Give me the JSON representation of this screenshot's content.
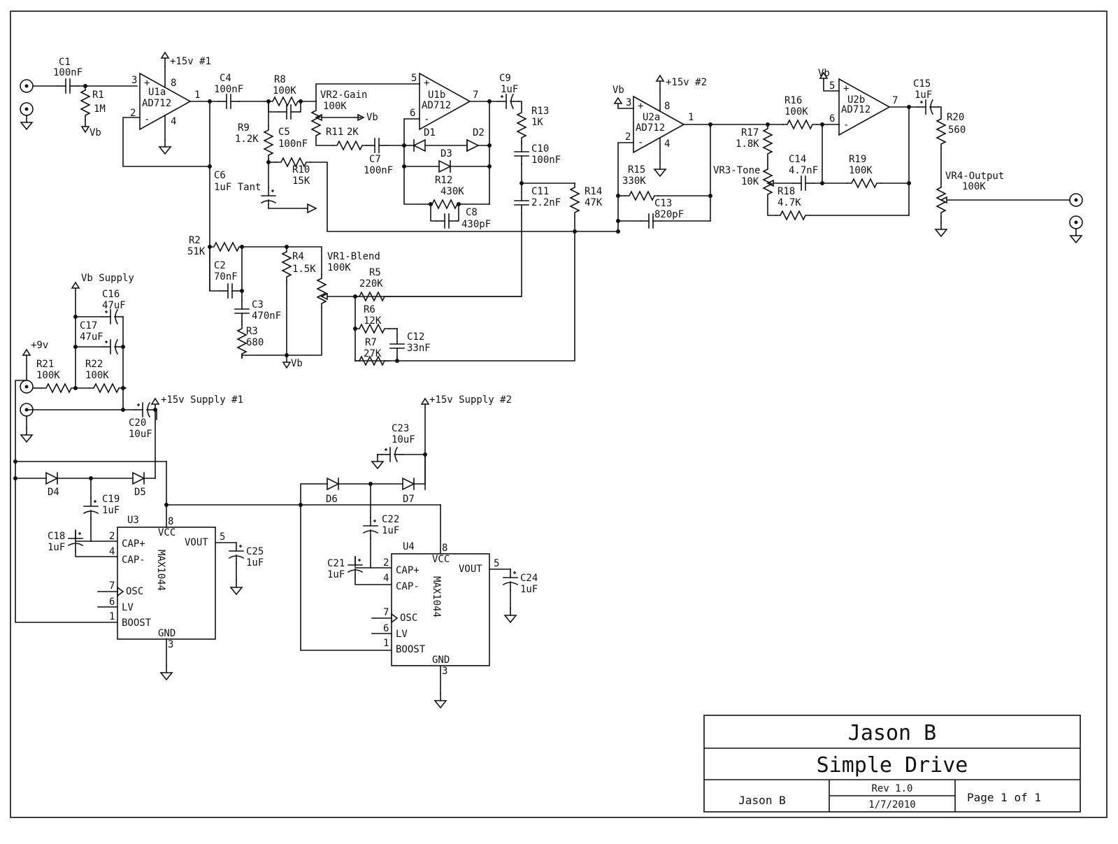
{
  "title_block": {
    "designer": "Jason B",
    "title": "Simple Drive",
    "drawn_by": "Jason B",
    "revision": "Rev 1.0",
    "date": "1/7/2010",
    "page": "Page 1 of 1"
  },
  "components": {
    "C1": [
      "C1",
      "100nF"
    ],
    "R1": [
      "R1",
      "1M"
    ],
    "U1a": [
      "U1a",
      "AD712"
    ],
    "C4": [
      "C4",
      "100nF"
    ],
    "R8": [
      "R8",
      "100K"
    ],
    "VR2": [
      "VR2-Gain",
      "100K"
    ],
    "U1b": [
      "U1b",
      "AD712"
    ],
    "C9": [
      "C9",
      "1uF"
    ],
    "R13": [
      "R13",
      "1K"
    ],
    "R9": [
      "R9",
      "1.2K"
    ],
    "C5": [
      "C5",
      "100nF"
    ],
    "R11": [
      "R11",
      "2K"
    ],
    "C7": [
      "C7",
      "100nF"
    ],
    "D1": [
      "D1",
      ""
    ],
    "D2": [
      "D2",
      ""
    ],
    "D3": [
      "D3",
      ""
    ],
    "R12": [
      "R12",
      "430K"
    ],
    "C8": [
      "C8",
      "430pF"
    ],
    "C10": [
      "C10",
      "100nF"
    ],
    "C11": [
      "C11",
      "2.2nF"
    ],
    "R14": [
      "R14",
      "47K"
    ],
    "R10": [
      "R10",
      "15K"
    ],
    "C6": [
      "C6",
      "1uF Tant"
    ],
    "U2a": [
      "U2a",
      "AD712"
    ],
    "R15": [
      "R15",
      "330K"
    ],
    "C13": [
      "C13",
      "820pF"
    ],
    "R16": [
      "R16",
      "100K"
    ],
    "R17": [
      "R17",
      "1.8K"
    ],
    "VR3": [
      "VR3-Tone",
      "10K"
    ],
    "C14": [
      "C14",
      "4.7nF"
    ],
    "R18": [
      "R18",
      "4.7K"
    ],
    "R19": [
      "R19",
      "100K"
    ],
    "U2b": [
      "U2b",
      "AD712"
    ],
    "C15": [
      "C15",
      "1uF"
    ],
    "R20": [
      "R20",
      "560"
    ],
    "VR4": [
      "VR4-Output",
      "100K"
    ],
    "R2": [
      "R2",
      "51K"
    ],
    "C2": [
      "C2",
      "70nF"
    ],
    "C3": [
      "C3",
      "470nF"
    ],
    "R3": [
      "R3",
      "680"
    ],
    "R4": [
      "R4",
      "1.5K"
    ],
    "VR1": [
      "VR1-Blend",
      "100K"
    ],
    "R5": [
      "R5",
      "220K"
    ],
    "R6": [
      "R6",
      "12K"
    ],
    "R7": [
      "R7",
      "27K"
    ],
    "C12": [
      "C12",
      "33nF"
    ],
    "C16": [
      "C16",
      "47uF"
    ],
    "C17": [
      "C17",
      "47uF"
    ],
    "R21": [
      "R21",
      "100K"
    ],
    "R22": [
      "R22",
      "100K"
    ],
    "C20": [
      "C20",
      "10uF"
    ],
    "C23": [
      "C23",
      "10uF"
    ],
    "D4": [
      "D4",
      ""
    ],
    "D5": [
      "D5",
      ""
    ],
    "D6": [
      "D6",
      ""
    ],
    "D7": [
      "D7",
      ""
    ],
    "C19": [
      "C19",
      "1uF"
    ],
    "C18": [
      "C18",
      "1uF"
    ],
    "C25": [
      "C25",
      "1uF"
    ],
    "C22": [
      "C22",
      "1uF"
    ],
    "C21": [
      "C21",
      "1uF"
    ],
    "C24": [
      "C24",
      "1uF"
    ]
  },
  "power": {
    "p15_1": "+15v #1",
    "p15_2": "+15v #2",
    "vb": "Vb",
    "vb_supply": "Vb Supply",
    "p9": "+9v",
    "p15_supply_1": "+15v Supply #1",
    "p15_supply_2": "+15v Supply #2"
  },
  "ics": {
    "u3": "U3",
    "u4": "U4",
    "part": "MAX1044",
    "pins": {
      "vcc": "VCC",
      "vout": "VOUT",
      "capp": "CAP+",
      "capm": "CAP-",
      "osc": "OSC",
      "lv": "LV",
      "boost": "BOOST",
      "gnd": "GND"
    },
    "opamp_pins": {
      "p1": "1",
      "p2": "2",
      "p3": "3",
      "p4": "4",
      "p5": "5",
      "p6": "6",
      "p7": "7",
      "p8": "8"
    }
  }
}
